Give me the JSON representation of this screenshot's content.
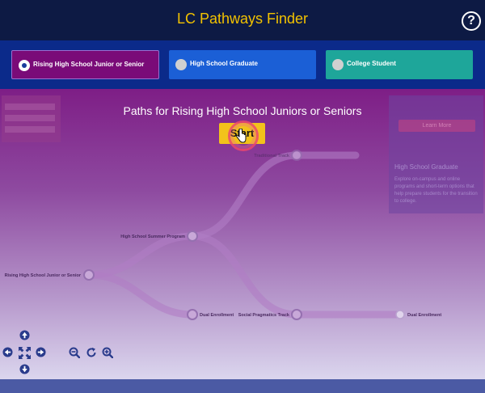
{
  "app": {
    "title": "LC Pathways Finder",
    "help_symbol": "?"
  },
  "tabs": [
    {
      "label": "Rising High School Junior or Senior",
      "selected": true
    },
    {
      "label": "High School Graduate",
      "selected": false
    },
    {
      "label": "College Student",
      "selected": false
    }
  ],
  "main": {
    "heading": "Paths for Rising High School Juniors or Seniors",
    "start_label": "Start"
  },
  "side_panel": {
    "button_label": "Learn More",
    "title": "High School Graduate",
    "description": "Explore on-campus and online programs and short-term options that help prepare students for the transition to college."
  },
  "nodes": [
    {
      "id": "root",
      "label": "Rising High School Junior or Senior"
    },
    {
      "id": "summer",
      "label": "High School Summer Program"
    },
    {
      "id": "dual1",
      "label": "Dual Enrollment"
    },
    {
      "id": "top",
      "label": "Traditional Track"
    },
    {
      "id": "social",
      "label": "Social Pragmatics Track"
    },
    {
      "id": "dual2",
      "label": "Dual Enrollment"
    }
  ],
  "colors": {
    "accent": "#f2c21b",
    "tab_selected": "#7a0b78",
    "tab_graduate": "#1b5fd6",
    "tab_college": "#1ea69a",
    "header": "#0d1a44"
  }
}
